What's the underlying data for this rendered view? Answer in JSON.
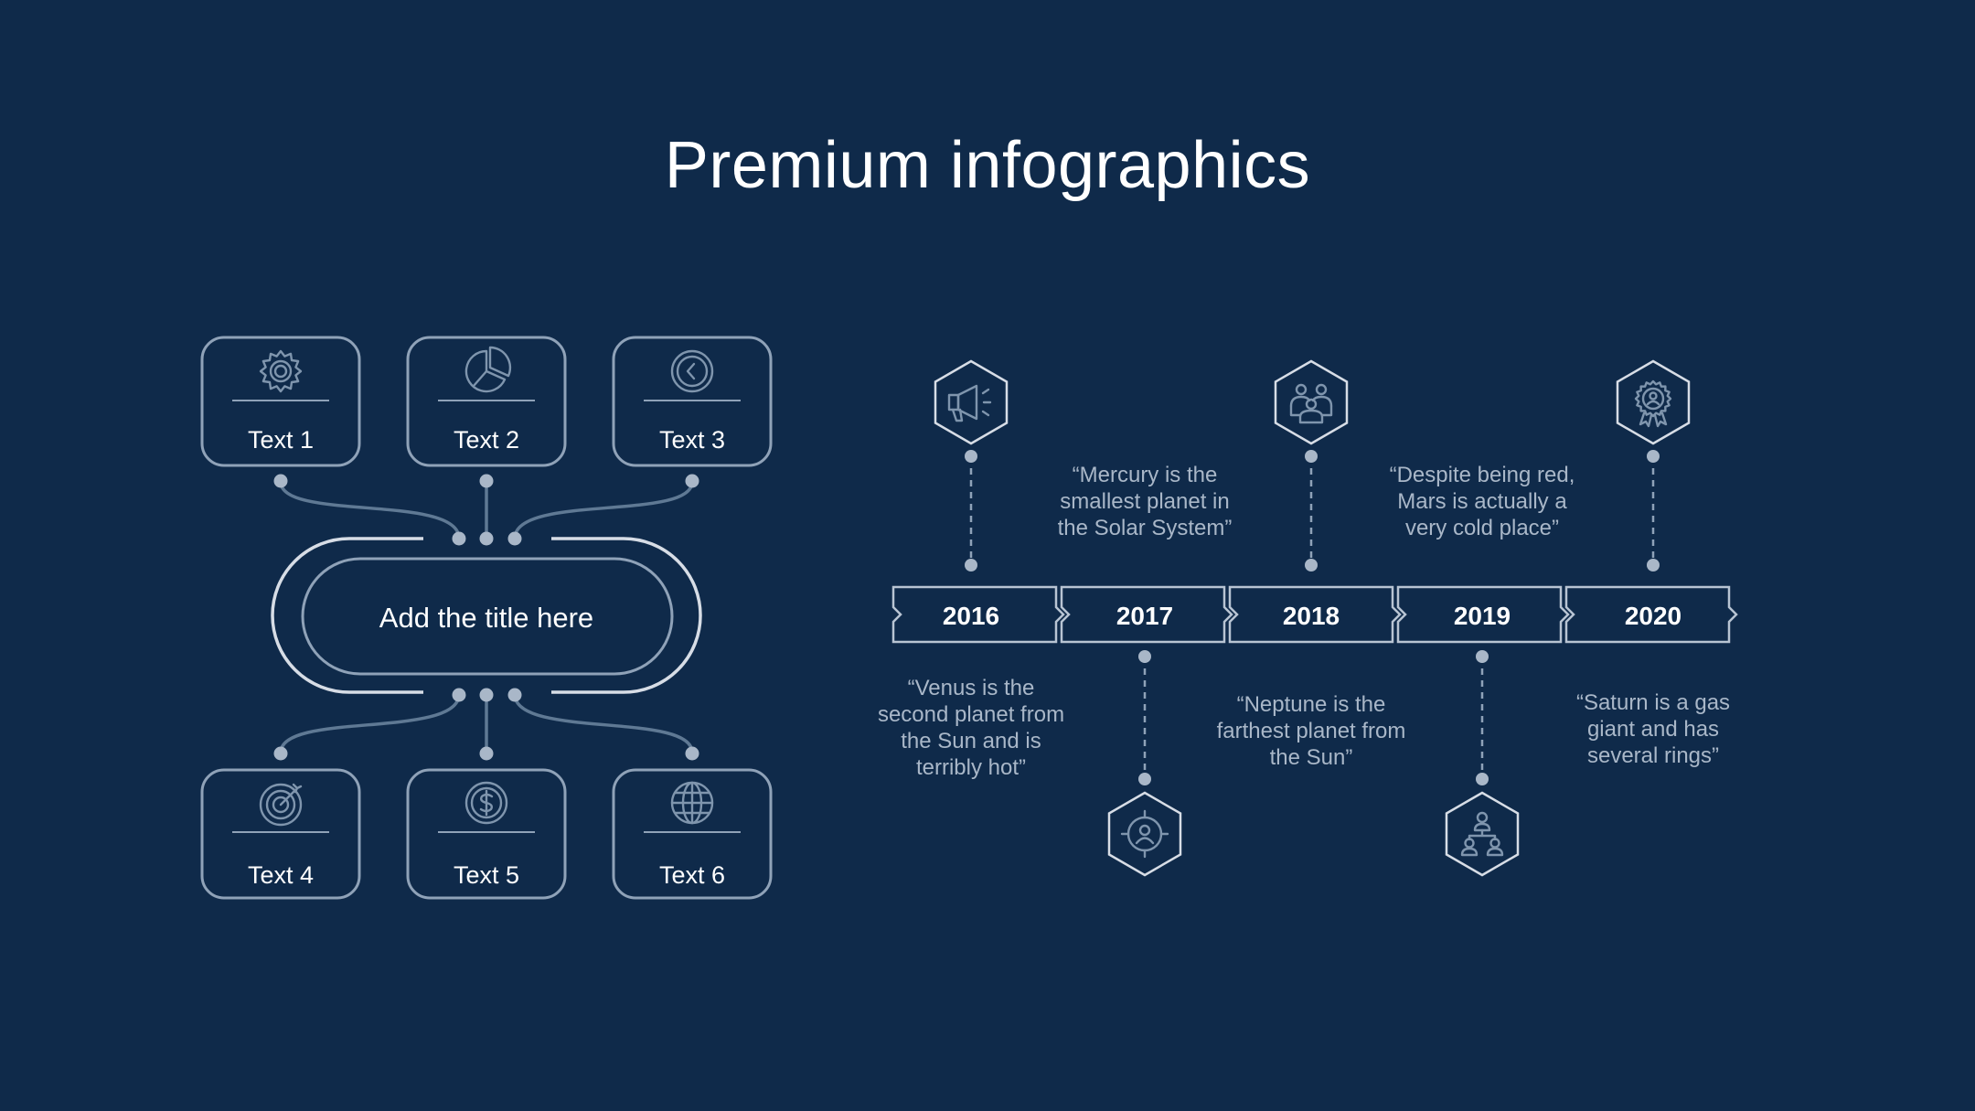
{
  "title": "Premium infographics",
  "colors": {
    "background": "#0f2a4a",
    "outline": "#d7dde6",
    "connector": "#5f7994",
    "icon": "#7f95ad",
    "quote_text": "#a9b7c8"
  },
  "mind_map": {
    "center_title": "Add the title here",
    "top_boxes": [
      {
        "label": "Text 1",
        "icon": "gear-icon"
      },
      {
        "label": "Text 2",
        "icon": "pie-chart-icon"
      },
      {
        "label": "Text 3",
        "icon": "clock-icon"
      }
    ],
    "bottom_boxes": [
      {
        "label": "Text 4",
        "icon": "target-icon"
      },
      {
        "label": "Text 5",
        "icon": "dollar-coin-icon"
      },
      {
        "label": "Text 6",
        "icon": "globe-icon"
      }
    ]
  },
  "timeline": {
    "items": [
      {
        "year": "2016",
        "icon": "megaphone-icon",
        "icon_position": "top",
        "quote": [
          "“Venus is the",
          "second planet from",
          "the Sun and is",
          "terribly hot”"
        ]
      },
      {
        "year": "2017",
        "icon": "crosshair-user-icon",
        "icon_position": "bottom",
        "quote": [
          "“Mercury is the",
          "smallest planet in",
          "the Solar System”"
        ]
      },
      {
        "year": "2018",
        "icon": "team-icon",
        "icon_position": "top",
        "quote": [
          "“Neptune is the",
          "farthest planet from",
          "the Sun”"
        ]
      },
      {
        "year": "2019",
        "icon": "hierarchy-icon",
        "icon_position": "bottom",
        "quote": [
          "“Despite being red,",
          "Mars is actually a",
          "very cold place”"
        ]
      },
      {
        "year": "2020",
        "icon": "award-badge-icon",
        "icon_position": "top",
        "quote": [
          "“Saturn is a gas",
          "giant and has",
          "several rings”"
        ]
      }
    ]
  }
}
